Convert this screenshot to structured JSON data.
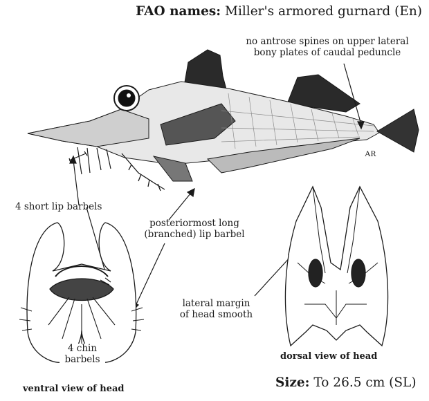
{
  "header": {
    "fao_label": "FAO names:",
    "fao_value": "Miller's armored gurnard (En)"
  },
  "size": {
    "label": "Size:",
    "value": "To 26.5 cm (SL)"
  },
  "annotations": {
    "spines": "no antrose spines on upper lateral bony plates of caudal peduncle",
    "spines_line1": "no antrose spines on upper lateral",
    "spines_line2": "bony plates of caudal peduncle",
    "short_barbels": "4 short lip barbels",
    "long_barbel_line1": "posteriormost long",
    "long_barbel_line2": "(branched) lip barbel",
    "margin_line1": "lateral margin",
    "margin_line2": "of head smooth",
    "chin_line1": "4 chin",
    "chin_line2": "barbels"
  },
  "captions": {
    "ventral": "ventral view of head",
    "dorsal": "dorsal view of head"
  },
  "signature": "AR"
}
